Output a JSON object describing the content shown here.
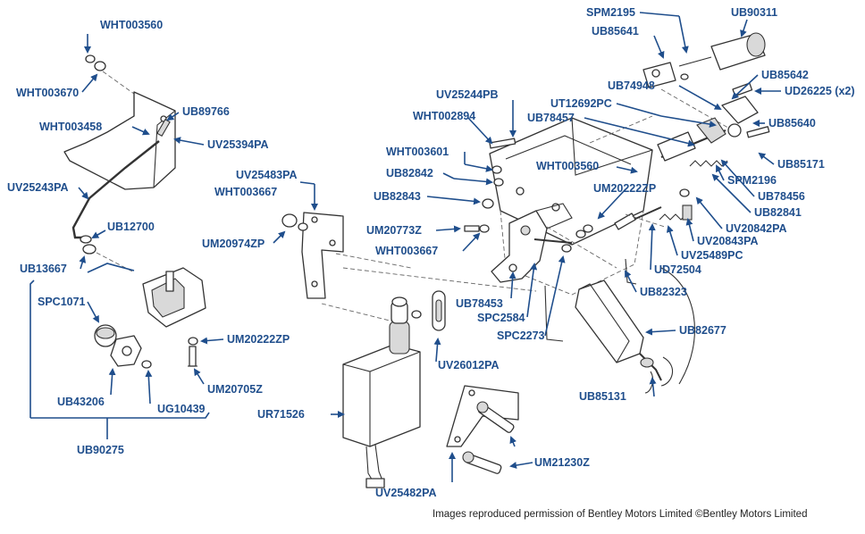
{
  "labels": {
    "WHT003560_a": "WHT003560",
    "WHT003670": "WHT003670",
    "WHT003458": "WHT003458",
    "UB89766": "UB89766",
    "UV25394PA": "UV25394PA",
    "UV25243PA": "UV25243PA",
    "UB12700": "UB12700",
    "UB13667": "UB13667",
    "SPC1071": "SPC1071",
    "UM20222ZP_a": "UM20222ZP",
    "UM20705Z": "UM20705Z",
    "UB43206": "UB43206",
    "UG10439": "UG10439",
    "UB90275": "UB90275",
    "UV25483PA": "UV25483PA",
    "WHT003667_a": "WHT003667",
    "UM20974ZP": "UM20974ZP",
    "UV26012PA": "UV26012PA",
    "UR71526": "UR71526",
    "UM21230Z": "UM21230Z",
    "UV25482PA": "UV25482PA",
    "UV25244PB": "UV25244PB",
    "WHT002894": "WHT002894",
    "WHT003601": "WHT003601",
    "UB82842": "UB82842",
    "UB82843": "UB82843",
    "UM20773Z": "UM20773Z",
    "WHT003667_b": "WHT003667",
    "UB78453": "UB78453",
    "SPC2584": "SPC2584",
    "SPC2273": "SPC2273",
    "SPM2195": "SPM2195",
    "UB90311": "UB90311",
    "UB85641": "UB85641",
    "UB74948": "UB74948",
    "UT12692PC": "UT12692PC",
    "UB78457": "UB78457",
    "WHT003560_b": "WHT003560",
    "UM20222ZP_b": "UM20222ZP",
    "UB85642": "UB85642",
    "UD26225": "UD26225 (x2)",
    "UB85640": "UB85640",
    "UB85171": "UB85171",
    "SPM2196": "SPM2196",
    "UB78456": "UB78456",
    "UB82841": "UB82841",
    "UV20842PA": "UV20842PA",
    "UV20843PA": "UV20843PA",
    "UV25489PC": "UV25489PC",
    "UD72504": "UD72504",
    "UB82323": "UB82323",
    "UB82677": "UB82677",
    "UB85131": "UB85131"
  },
  "credit": "Images reproduced permission of Bentley Motors Limited ©Bentley Motors Limited",
  "colors": {
    "label": "#1f4e8c",
    "line_art": "#333333",
    "background": "#ffffff"
  }
}
